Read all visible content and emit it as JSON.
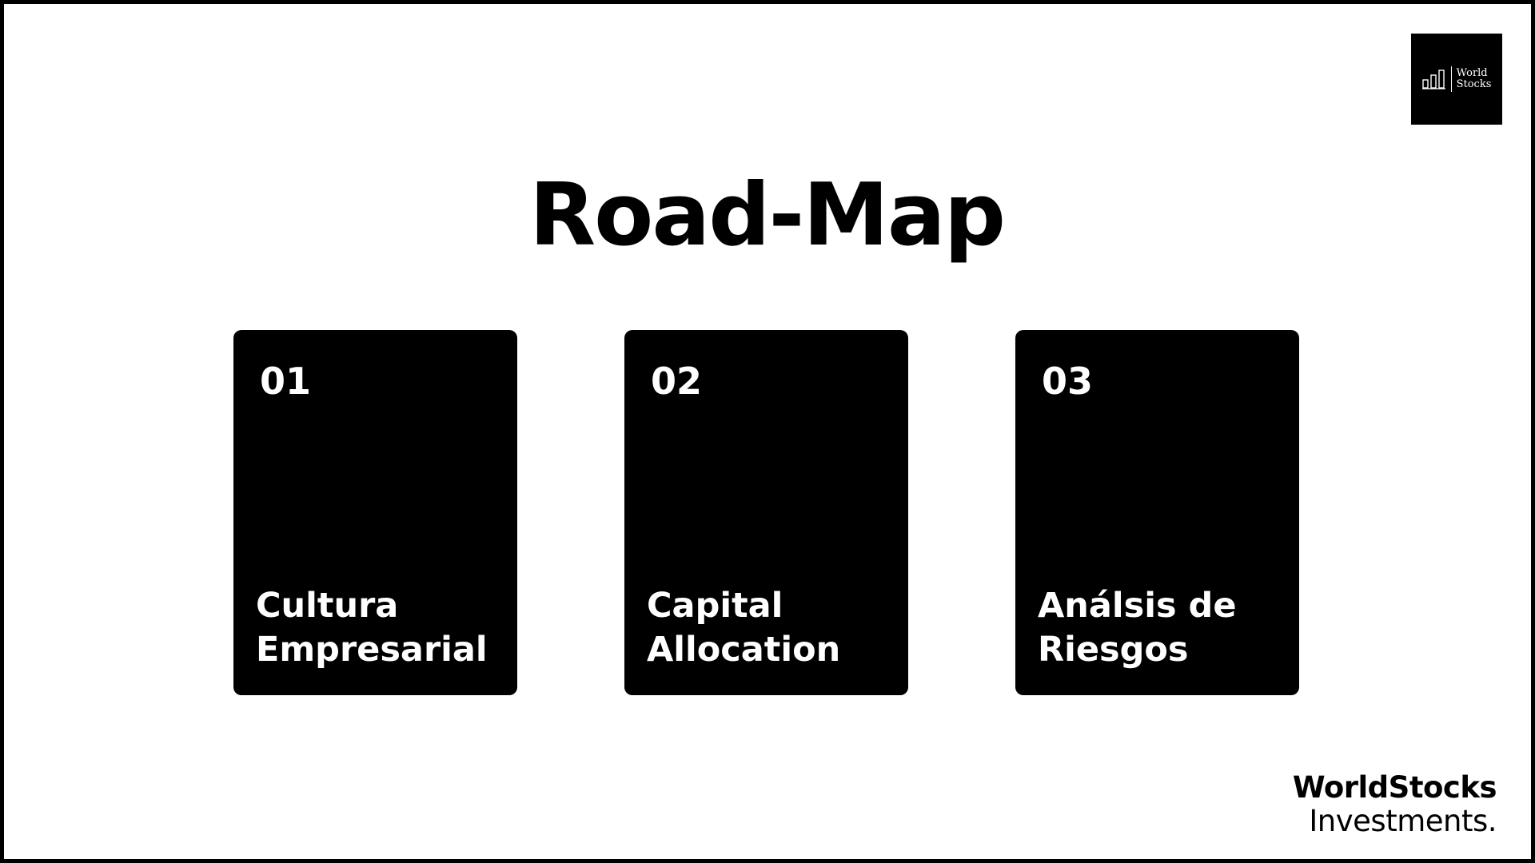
{
  "logo": {
    "icon": "bar-chart-icon",
    "line1": "World",
    "line2": "Stocks"
  },
  "title": "Road-Map",
  "cards": [
    {
      "number": "01",
      "label_line1": "Cultura",
      "label_line2": "Empresarial"
    },
    {
      "number": "02",
      "label_line1": "Capital",
      "label_line2": "Allocation"
    },
    {
      "number": "03",
      "label_line1": "Análsis de",
      "label_line2": "Riesgos"
    }
  ],
  "footer": {
    "brand": "WorldStocks",
    "sub": "Investments."
  },
  "colors": {
    "background": "#ffffff",
    "card": "#000000",
    "text_on_card": "#ffffff",
    "border": "#000000"
  }
}
